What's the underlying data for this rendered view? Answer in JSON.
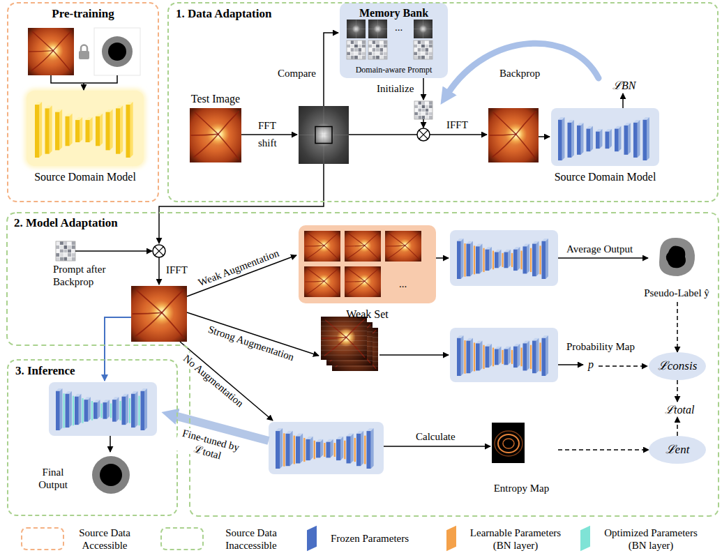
{
  "diagram": {
    "nodes": [
      {
        "text": [
          "Pre-training"
        ]
      },
      {
        "text": [
          "Source Domain Model"
        ],
        "in": 0
      },
      {
        "text": [
          "1. Data Adaptation"
        ]
      },
      {
        "text": [
          "Test Image"
        ],
        "in": 2
      },
      {
        "text": [
          "Memory Bank",
          "Domain-aware Prompt"
        ],
        "in": 2
      },
      {
        "text": [
          "Source Domain Model"
        ],
        "in": 2
      },
      {
        "text": [
          "2. Model Adaptation"
        ]
      },
      {
        "text": [
          "Prompt after Backprop"
        ],
        "in": 6
      },
      {
        "text": [
          "Weak Set"
        ],
        "in": 6
      },
      {
        "text": [
          "Pseudo-Label ŷ"
        ],
        "in": 6
      },
      {
        "text": [
          "ℒconsis"
        ],
        "in": 6
      },
      {
        "text": [
          "ℒent"
        ],
        "in": 6
      },
      {
        "text": [
          "Entropy Map"
        ],
        "in": 6
      },
      {
        "text": [
          "3. Inference"
        ]
      }
    ],
    "edges": [
      {
        "from": 9,
        "to": 10,
        "arrow": "to"
      },
      {
        "from": 12,
        "to": 11,
        "arrow": "to"
      }
    ],
    "labels": [
      "FFT",
      "shift",
      "Compare",
      "...",
      "Initialize",
      "IFFT",
      "Backprop",
      "ℒBN",
      "IFFT",
      "Weak Augmentation",
      "...",
      "Strong Augmentation",
      "No Augmentation",
      "Average Output",
      "Probability Map",
      "p",
      "ℒtotal",
      "Calculate",
      "Fine-tuned by ℒtotal",
      "Final Output"
    ],
    "legend": [
      {
        "text": "Source Data Accessible"
      },
      {
        "text": "Source Data Inaccessible"
      },
      {
        "text": "Frozen Parameters",
        "color": "#4a6fc4"
      },
      {
        "text": "Learnable Parameters (BN layer)",
        "color": "#f4a14a"
      },
      {
        "text": "Optimized Parameters (BN layer)",
        "color": "#7fe3d6"
      }
    ]
  }
}
